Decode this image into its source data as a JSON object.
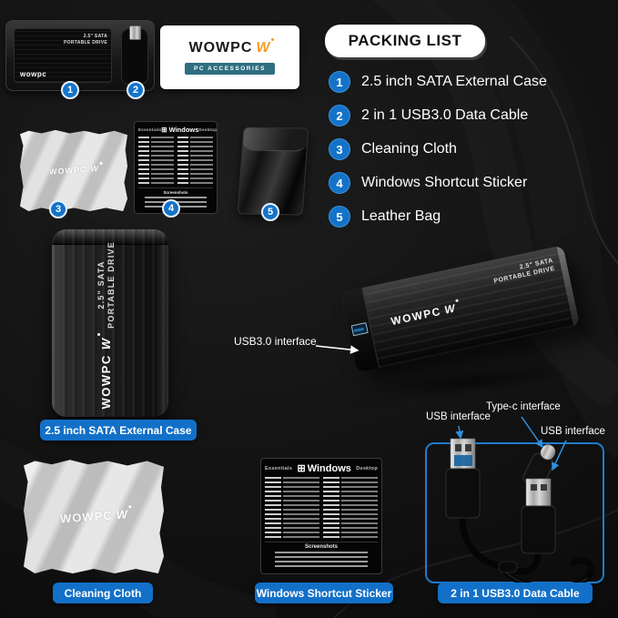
{
  "colors": {
    "accent": "#1473c9",
    "background": "#111111"
  },
  "brand": {
    "name": "WOWPC",
    "mark": "W",
    "box_logo": "wowpc",
    "card_sub": "PC ACCESSORIES"
  },
  "packing_list": {
    "title": "PACKING LIST",
    "items": [
      {
        "num": "1",
        "label": "2.5 inch SATA External Case"
      },
      {
        "num": "2",
        "label": "2 in 1 USB3.0 Data Cable"
      },
      {
        "num": "3",
        "label": "Cleaning Cloth"
      },
      {
        "num": "4",
        "label": "Windows Shortcut Sticker"
      },
      {
        "num": "5",
        "label": "Leather Bag"
      }
    ]
  },
  "drive": {
    "size_label": "2.5\" SATA",
    "type_label": "PORTABLE DRIVE",
    "brand": "WOWPC",
    "mark": "W"
  },
  "captions": {
    "external_case": "2.5 inch SATA External Case",
    "cleaning_cloth": "Cleaning Cloth",
    "shortcut_sticker": "Windows Shortcut Sticker",
    "data_cable": "2 in 1 USB3.0 Data Cable"
  },
  "callouts": {
    "usb3": "USB3.0 interface",
    "usb_left": "USB interface",
    "type_c": "Type-c interface",
    "usb_right": "USB interface"
  },
  "sticker": {
    "logo_glyph": "⊞",
    "title": "Windows",
    "left_header": "Essentials",
    "right_header": "Desktop",
    "bottom_header": "Screenshots"
  },
  "cloth": {
    "brand": "WOWPC",
    "mark": "W"
  }
}
